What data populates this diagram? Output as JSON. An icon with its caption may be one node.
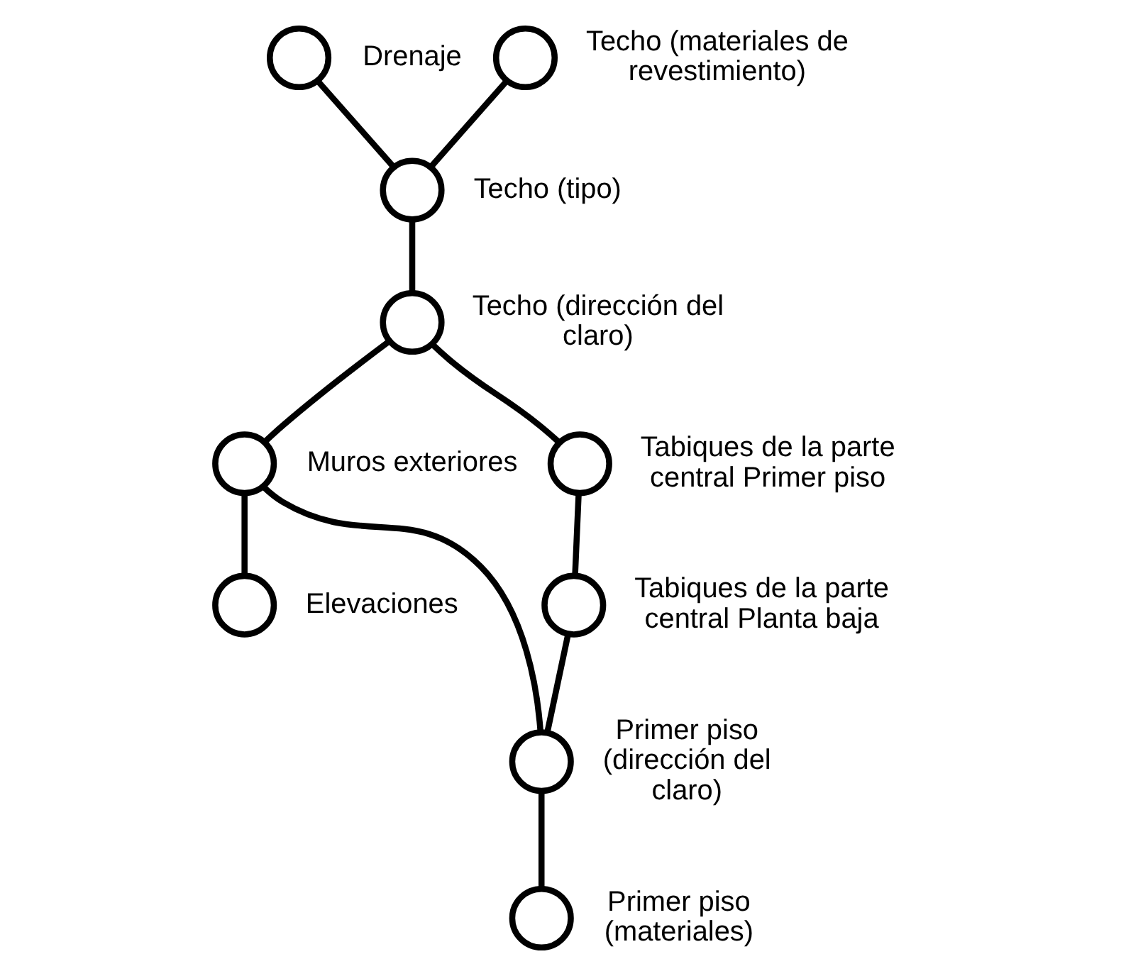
{
  "diagram": {
    "nodes": [
      {
        "text": [],
        "shape": "circle",
        "beside": [
          "Drenaje"
        ]
      },
      {
        "text": [],
        "shape": "circle",
        "beside": [
          "Techo (materiales de revestimiento)"
        ]
      },
      {
        "text": [],
        "shape": "circle",
        "beside": [
          "Techo (tipo)"
        ]
      },
      {
        "text": [],
        "shape": "circle",
        "beside": [
          "Techo (dirección del claro)"
        ]
      },
      {
        "text": [],
        "shape": "circle",
        "beside": [
          "Muros exteriores"
        ]
      },
      {
        "text": [],
        "shape": "circle",
        "beside": [
          "Tabiques de la parte central Primer piso"
        ]
      },
      {
        "text": [],
        "shape": "circle",
        "beside": [
          "Elevaciones"
        ]
      },
      {
        "text": [],
        "shape": "circle",
        "beside": [
          "Tabiques de la parte central Planta baja"
        ]
      },
      {
        "text": [],
        "shape": "circle",
        "beside": [
          "Primer piso (dirección del claro)"
        ]
      },
      {
        "text": [],
        "shape": "circle",
        "beside": [
          "Primer piso (materiales)"
        ]
      }
    ],
    "edges": [
      {
        "from": 0,
        "to": 2,
        "arrow": "none"
      },
      {
        "from": 1,
        "to": 2,
        "arrow": "none"
      },
      {
        "from": 2,
        "to": 3,
        "arrow": "none"
      },
      {
        "from": 3,
        "to": 4,
        "arrow": "none"
      },
      {
        "from": 3,
        "to": 5,
        "arrow": "none"
      },
      {
        "from": 4,
        "to": 6,
        "arrow": "none"
      },
      {
        "from": 4,
        "to": 8,
        "arrow": "none"
      },
      {
        "from": 5,
        "to": 7,
        "arrow": "none"
      },
      {
        "from": 7,
        "to": 8,
        "arrow": "none"
      },
      {
        "from": 8,
        "to": 9,
        "arrow": "none"
      }
    ]
  }
}
